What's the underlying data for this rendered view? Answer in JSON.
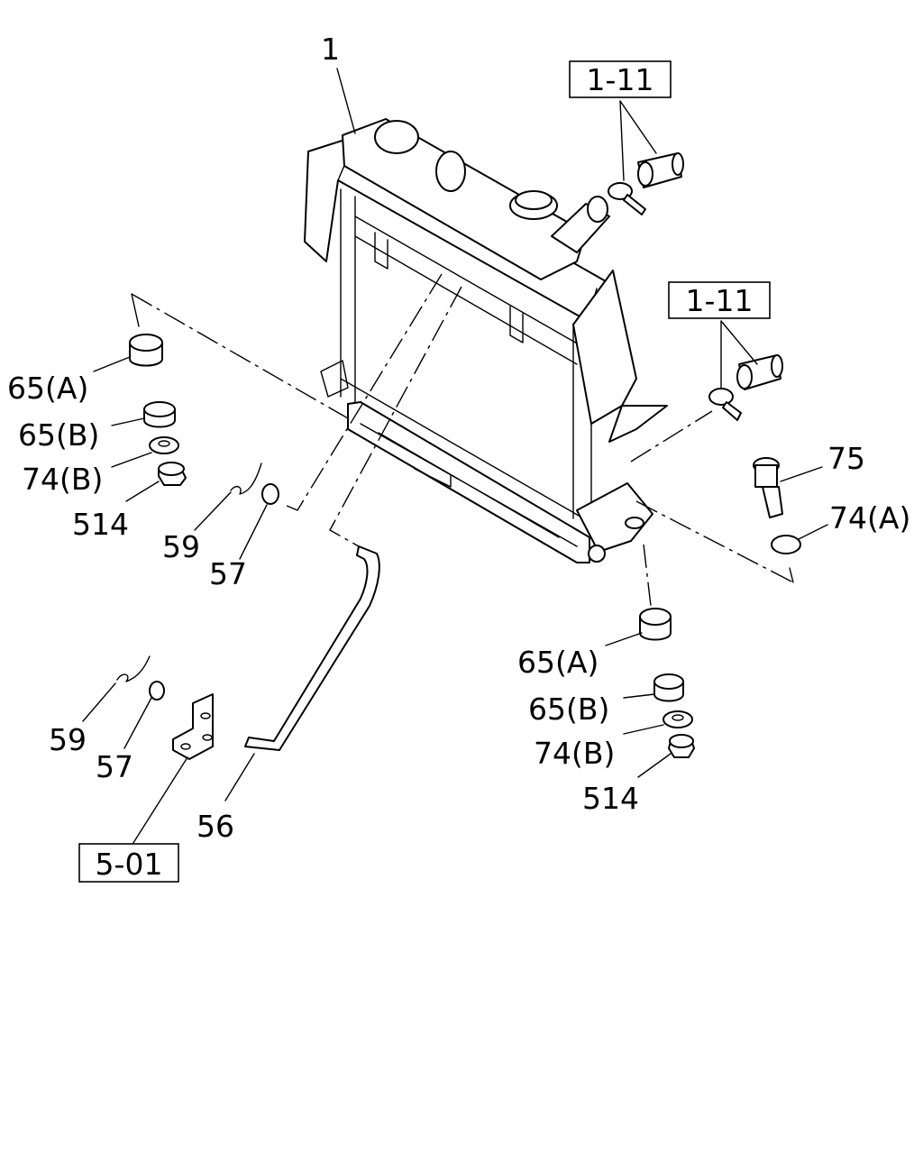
{
  "callouts": {
    "part_1": "1",
    "ref_1_11_top": "1-11",
    "ref_1_11_mid": "1-11",
    "l_65a_left": "65(A)",
    "l_65b_left": "65(B)",
    "l_74b_left": "74(B)",
    "l_514_left": "514",
    "l_59_upper": "59",
    "l_57_upper": "57",
    "l_75": "75",
    "l_74a_right": "74(A)",
    "l_65a_right": "65(A)",
    "l_65b_right": "65(B)",
    "l_74b_right": "74(B)",
    "l_514_right": "514",
    "l_59_lower": "59",
    "l_57_lower": "57",
    "l_56": "56",
    "ref_5_01": "5-01"
  }
}
